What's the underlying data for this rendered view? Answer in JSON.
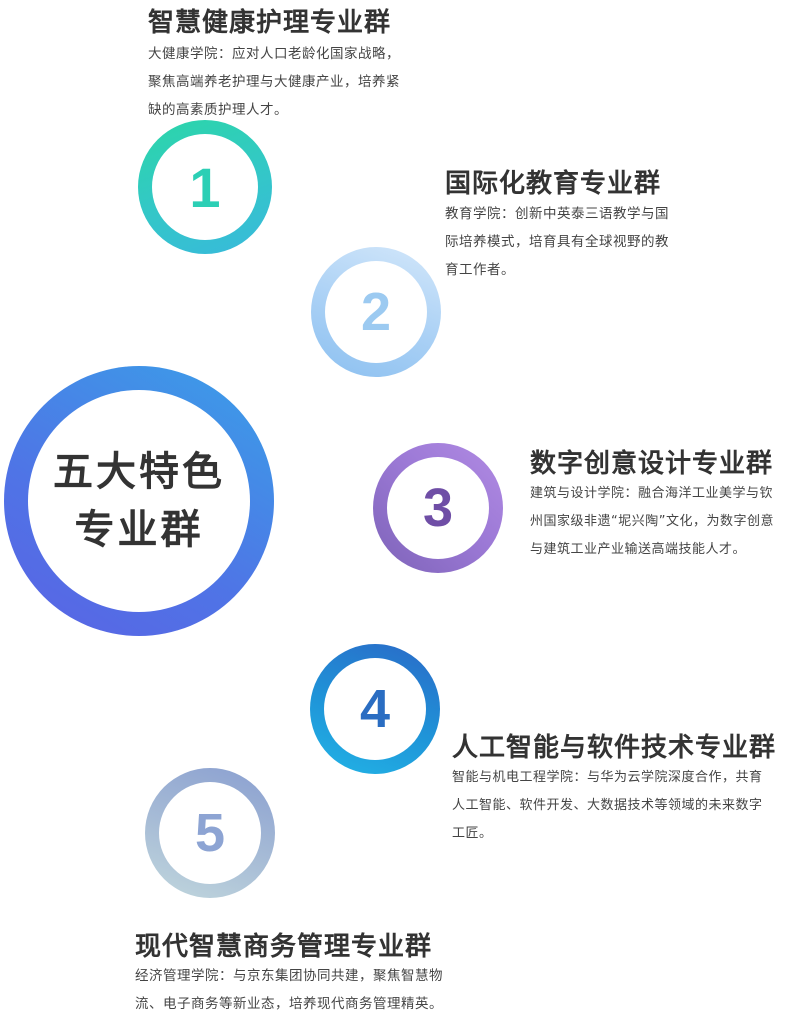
{
  "center": {
    "line1": "五大特色",
    "line2": "专业群"
  },
  "groups": [
    {
      "number": "1",
      "title": "智慧健康护理专业群",
      "desc": [
        "大健康学院：应对人口老龄化国家战略，",
        "聚焦高端养老护理与大健康产业，培养紧",
        "缺的高素质护理人才。"
      ]
    },
    {
      "number": "2",
      "title": "国际化教育专业群",
      "desc": [
        "教育学院：创新中英泰三语教学与国",
        "际培养模式，培育具有全球视野的教",
        "育工作者。"
      ]
    },
    {
      "number": "3",
      "title": "数字创意设计专业群",
      "desc": [
        "建筑与设计学院：融合海洋工业美学与钦",
        "州国家级非遗“坭兴陶”文化，为数字创意",
        "与建筑工业产业输送高端技能人才。"
      ]
    },
    {
      "number": "4",
      "title": "人工智能与软件技术专业群",
      "desc": [
        "智能与机电工程学院：与华为云学院深度合作，共育",
        "人工智能、软件开发、大数据技术等领域的未来数字",
        "工匠。"
      ]
    },
    {
      "number": "5",
      "title": "现代智慧商务管理专业群",
      "desc": [
        "经济管理学院：与京东集团协同共建，聚焦智慧物",
        "流、电子商务等新业态，培养现代商务管理精英。"
      ]
    }
  ]
}
